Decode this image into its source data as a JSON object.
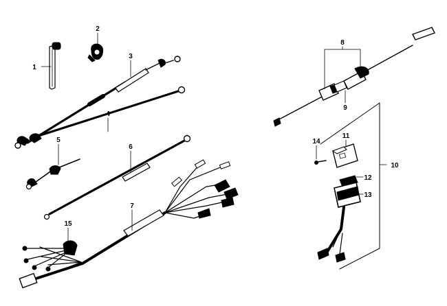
{
  "colors": {
    "ink": "#000000",
    "paper": "#ffffff"
  },
  "callouts": [
    {
      "id": "1",
      "text": "1",
      "part": "cable-tie"
    },
    {
      "id": "2",
      "text": "2",
      "part": "wire-clip"
    },
    {
      "id": "3",
      "text": "3",
      "part": "ground-wire-with-terminals"
    },
    {
      "id": "4",
      "text": "4",
      "part": "long-ground-wire"
    },
    {
      "id": "5",
      "text": "5",
      "part": "short-wire-with-connector"
    },
    {
      "id": "6",
      "text": "6",
      "part": "ground-wire-with-eyelet"
    },
    {
      "id": "7",
      "text": "7",
      "part": "main-wiring-harness"
    },
    {
      "id": "8",
      "text": "8",
      "part": "inline-fuse-holder"
    },
    {
      "id": "9",
      "text": "9",
      "part": "fuse"
    },
    {
      "id": "10",
      "text": "10",
      "part": "switch-harness-assembly"
    },
    {
      "id": "11",
      "text": "11",
      "part": "relay"
    },
    {
      "id": "12",
      "text": "12",
      "part": "switch-cover"
    },
    {
      "id": "13",
      "text": "13",
      "part": "rocker-switch"
    },
    {
      "id": "14",
      "text": "14",
      "part": "screw"
    },
    {
      "id": "15",
      "text": "15",
      "part": "harness-clamp"
    }
  ]
}
